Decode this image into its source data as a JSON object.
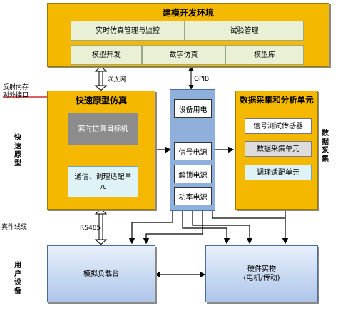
{
  "top": {
    "title": "建模开发环境",
    "row1": [
      "实时仿真管理与监控",
      "试验管理"
    ],
    "row2": [
      "模型开发",
      "数字仿真",
      "模型库"
    ]
  },
  "links": {
    "ethernet": "以太网",
    "gpib": "GPIB",
    "rs485": "RS485",
    "reflective_memory": "反射内存\n对外接口",
    "real_cable": "真件线缆"
  },
  "left_side_labels": {
    "rapid_prototype": "快速原型",
    "user_equipment": "用户设备"
  },
  "right_side_label": "数据采集",
  "rapid": {
    "title": "快速原型仿真",
    "target": "实时仿真目标机",
    "comm": "通信、调理适配单元"
  },
  "power": {
    "items": [
      "设备用电",
      "信号电源",
      "解锁电源",
      "功率电源"
    ]
  },
  "daq": {
    "title": "数据采集和分析单元",
    "items": [
      "信号测试传感器",
      "数据采集单元",
      "调理适配单元"
    ]
  },
  "bottom": {
    "load_table": "模拟负载台",
    "hardware": "硬件实物\n(电机/传动)"
  }
}
